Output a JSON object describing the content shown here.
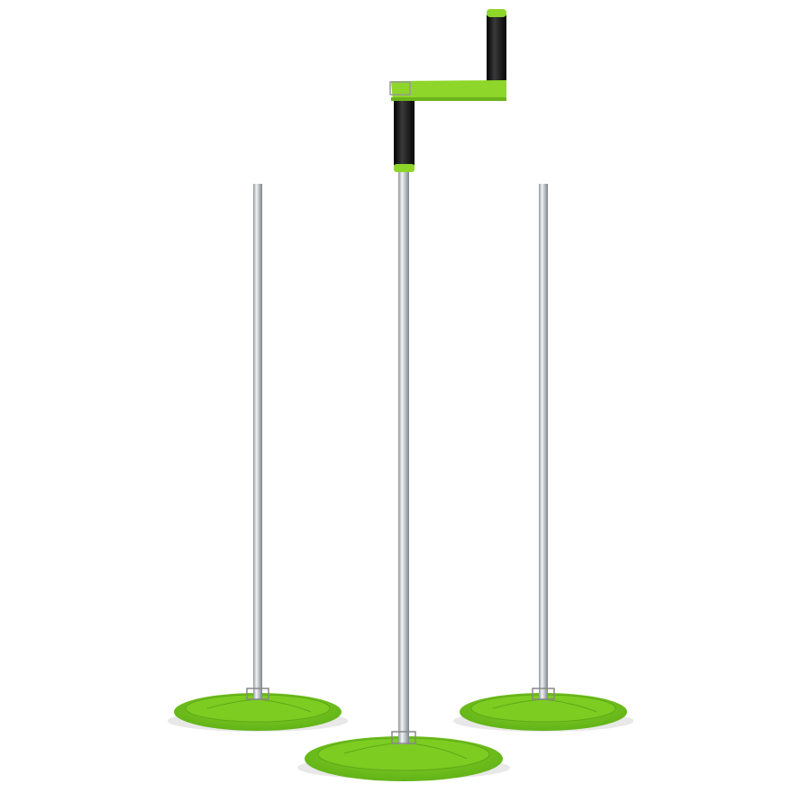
{
  "scene": {
    "colors": {
      "background": "#ffffff",
      "plastic_green": "#8ed62a",
      "plastic_green_dark": "#6bb31a",
      "grip_black": "#151515",
      "pole_metal": "#c9ced3"
    },
    "objects": [
      "left-pole-with-dish",
      "center-pole-with-crank-and-dish",
      "right-pole-with-dish"
    ]
  }
}
